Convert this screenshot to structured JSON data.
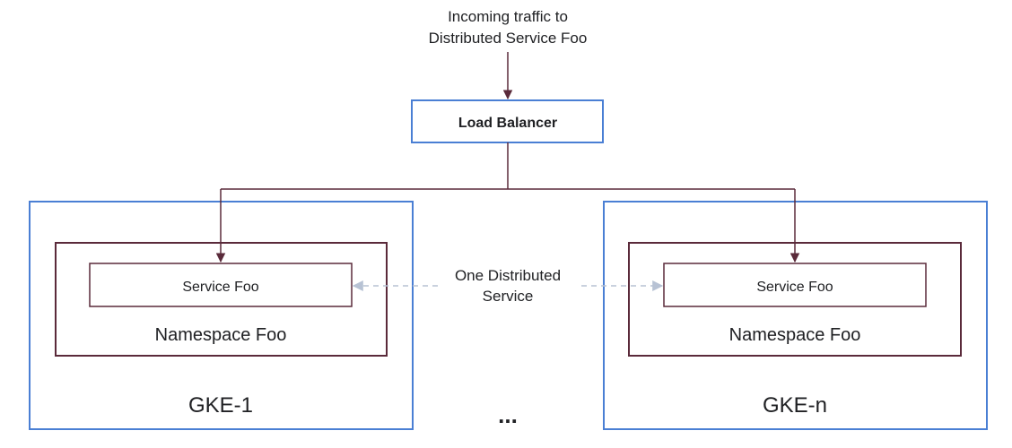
{
  "incoming_traffic": {
    "line1": "Incoming traffic to",
    "line2": "Distributed Service Foo"
  },
  "load_balancer": {
    "label": "Load Balancer"
  },
  "clusters": [
    {
      "name": "GKE-1",
      "namespace": "Namespace Foo",
      "service": "Service Foo"
    },
    {
      "name": "GKE-n",
      "namespace": "Namespace Foo",
      "service": "Service Foo"
    }
  ],
  "distributed_service": {
    "line1": "One Distributed",
    "line2": "Service"
  },
  "ellipsis": "...",
  "colors": {
    "cluster_border": "#4a7fd4",
    "namespace_border": "#5a2a3a",
    "arrow": "#5a2a3a",
    "dashed_arrow": "#b7c2d4",
    "text": "#202124"
  }
}
